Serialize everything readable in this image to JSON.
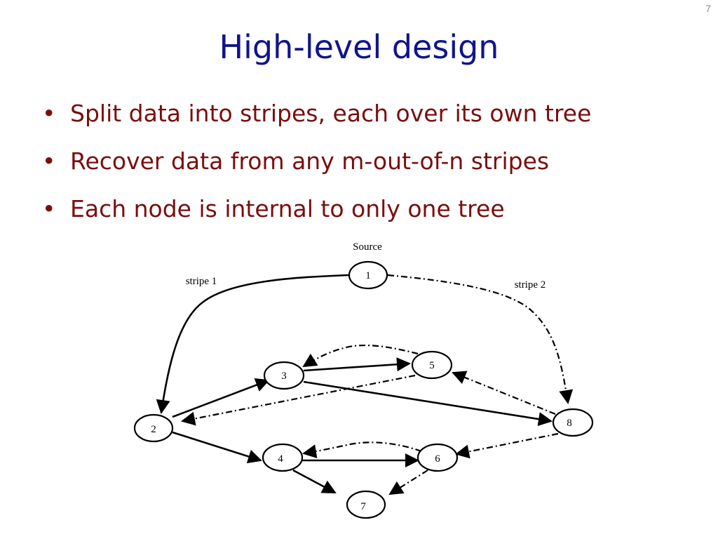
{
  "slide": {
    "page_number": "7",
    "title": "High-level design",
    "bullets": [
      "Split data into stripes, each over its own tree",
      "Recover data from any m-out-of-n stripes",
      "Each node is internal to only one tree"
    ]
  },
  "diagram": {
    "source_label": "Source",
    "stripe_labels": [
      "stripe 1",
      "stripe 2"
    ],
    "nodes": [
      "1",
      "2",
      "3",
      "4",
      "5",
      "6",
      "7",
      "8"
    ],
    "edges": [
      {
        "from": "1",
        "to": "2",
        "style": "solid"
      },
      {
        "from": "2",
        "to": "3",
        "style": "solid"
      },
      {
        "from": "2",
        "to": "4",
        "style": "solid"
      },
      {
        "from": "3",
        "to": "5",
        "style": "solid"
      },
      {
        "from": "3",
        "to": "8",
        "style": "solid"
      },
      {
        "from": "4",
        "to": "6",
        "style": "solid"
      },
      {
        "from": "4",
        "to": "7",
        "style": "solid"
      },
      {
        "from": "1",
        "to": "8",
        "style": "dash-dot"
      },
      {
        "from": "8",
        "to": "5",
        "style": "dash-dot"
      },
      {
        "from": "8",
        "to": "6",
        "style": "dash-dot"
      },
      {
        "from": "5",
        "to": "3",
        "style": "dash-dot"
      },
      {
        "from": "5",
        "to": "2",
        "style": "dash-dot"
      },
      {
        "from": "6",
        "to": "4",
        "style": "dash-dot"
      },
      {
        "from": "6",
        "to": "7",
        "style": "dash-dot"
      }
    ]
  }
}
